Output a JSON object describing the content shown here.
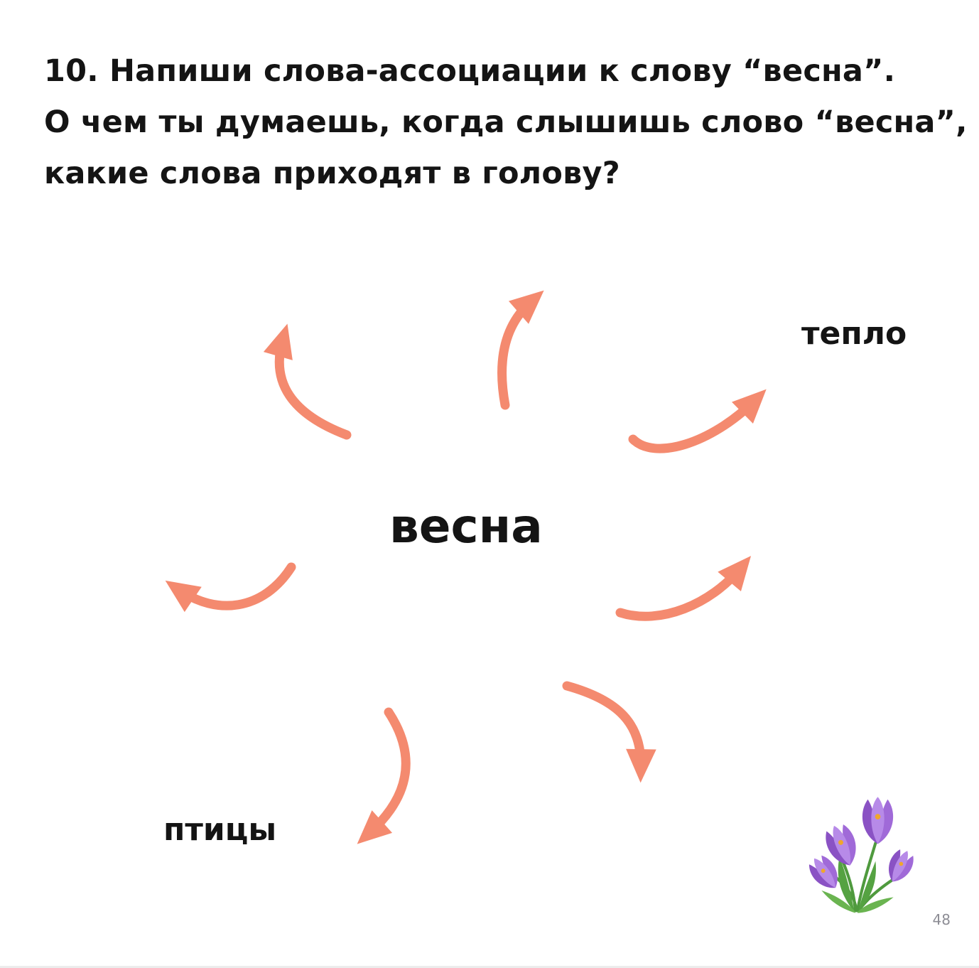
{
  "colors": {
    "arrow": "#f48a6f",
    "text": "#141414",
    "page_number": "#8d8d95"
  },
  "task": {
    "lines": [
      "10. Напиши слова-ассоциации к слову “весна”.",
      "О чем ты думаешь, когда слышишь слово “весна”,",
      "какие слова приходят в голову?"
    ]
  },
  "diagram": {
    "center_word": "весна",
    "labels": {
      "top_right": "тепло",
      "bottom_left": "птицы"
    },
    "arrow_count": 7,
    "blank_arrow_count": 5
  },
  "page": {
    "number": "48"
  }
}
